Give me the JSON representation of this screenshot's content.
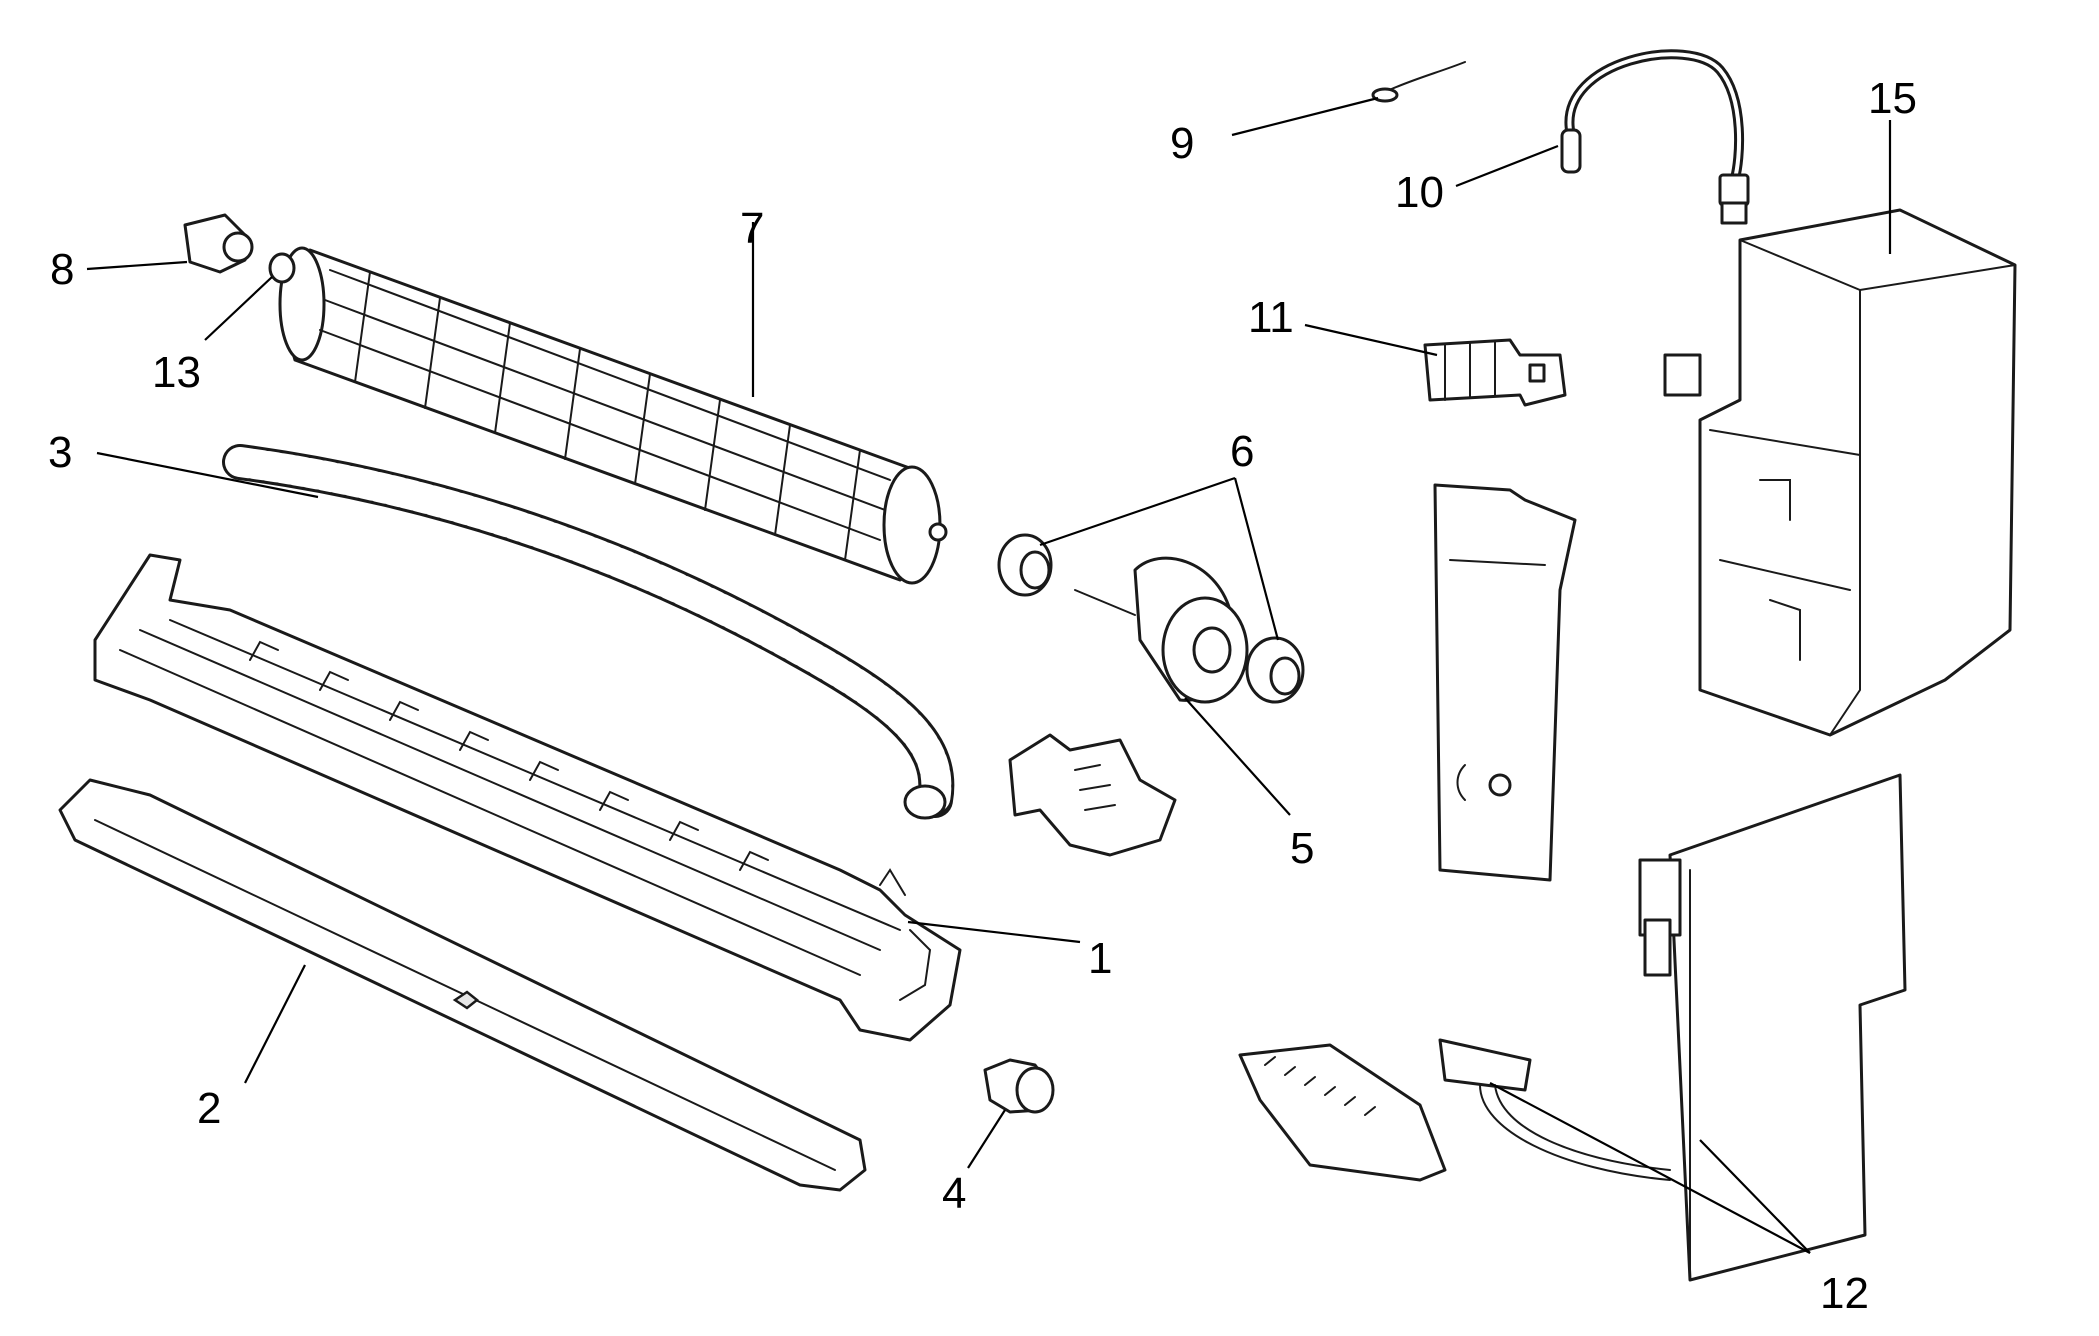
{
  "callouts": {
    "c1": "1",
    "c2": "2",
    "c3": "3",
    "c4": "4",
    "c5": "5",
    "c6": "6",
    "c7": "7",
    "c8": "8",
    "c9": "9",
    "c10": "10",
    "c11": "11",
    "c12": "12",
    "c13": "13",
    "c15": "15"
  },
  "parts": [
    "drain-pan-frame",
    "louver-blade",
    "drain-hose",
    "stepping-motor",
    "fan-motor",
    "motor-bushings",
    "cross-flow-fan",
    "bearing",
    "sensor-wire",
    "thermistor-lead",
    "terminal-block",
    "pcb-assembly",
    "bearing-bushing",
    "control-box"
  ]
}
